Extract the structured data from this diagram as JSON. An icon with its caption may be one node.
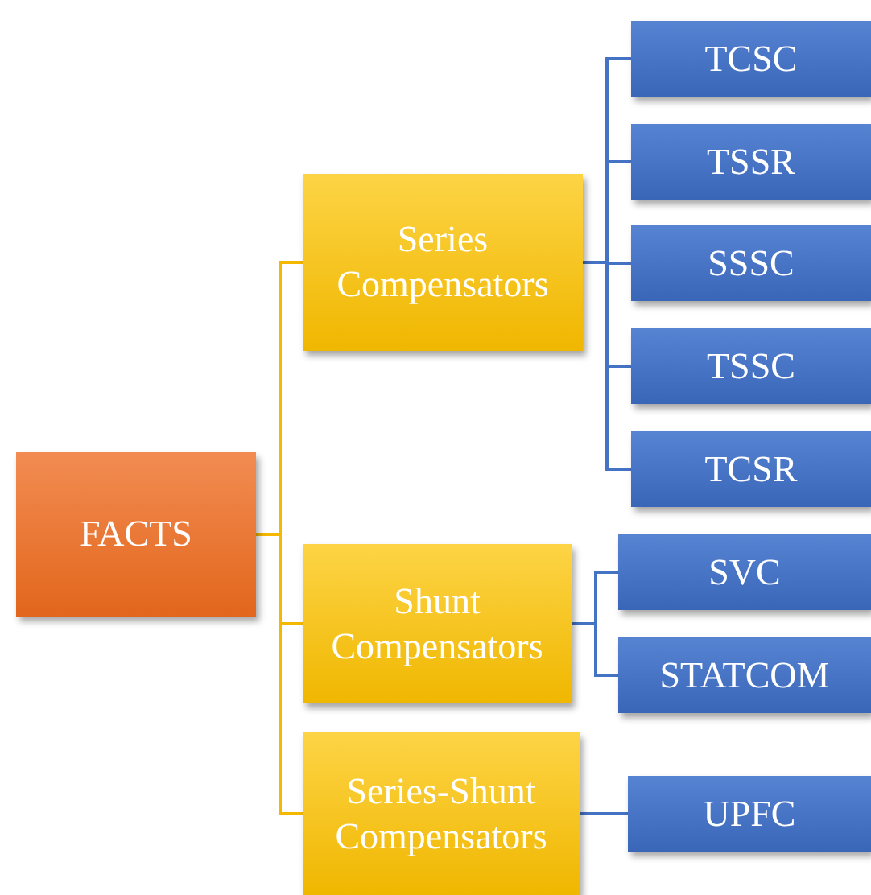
{
  "diagram": {
    "nodes": [
      {
        "text": [
          "FACTS"
        ]
      },
      {
        "text": [
          "Series Compensators"
        ]
      },
      {
        "text": [
          "Shunt Compensators"
        ]
      },
      {
        "text": [
          "Series-Shunt Compensators"
        ]
      },
      {
        "text": [
          "TCSC"
        ]
      },
      {
        "text": [
          "TSSR"
        ]
      },
      {
        "text": [
          "SSSC"
        ]
      },
      {
        "text": [
          "TSSC"
        ]
      },
      {
        "text": [
          "TCSR"
        ]
      },
      {
        "text": [
          "SVC"
        ]
      },
      {
        "text": [
          "STATCOM"
        ]
      },
      {
        "text": [
          "UPFC"
        ]
      }
    ],
    "edges": [
      {
        "from": 0,
        "to": 1,
        "arrow": "none",
        "color": "#f5b800"
      },
      {
        "from": 0,
        "to": 2,
        "arrow": "none",
        "color": "#f5b800"
      },
      {
        "from": 0,
        "to": 3,
        "arrow": "none",
        "color": "#f5b800"
      },
      {
        "from": 1,
        "to": 4,
        "arrow": "none"
      },
      {
        "from": 1,
        "to": 5,
        "arrow": "none"
      },
      {
        "from": 1,
        "to": 6,
        "arrow": "none"
      },
      {
        "from": 1,
        "to": 7,
        "arrow": "none"
      },
      {
        "from": 1,
        "to": 8,
        "arrow": "none"
      },
      {
        "from": 2,
        "to": 9,
        "arrow": "none"
      },
      {
        "from": 2,
        "to": 10,
        "arrow": "none"
      },
      {
        "from": 3,
        "to": 11,
        "arrow": "none"
      }
    ]
  }
}
